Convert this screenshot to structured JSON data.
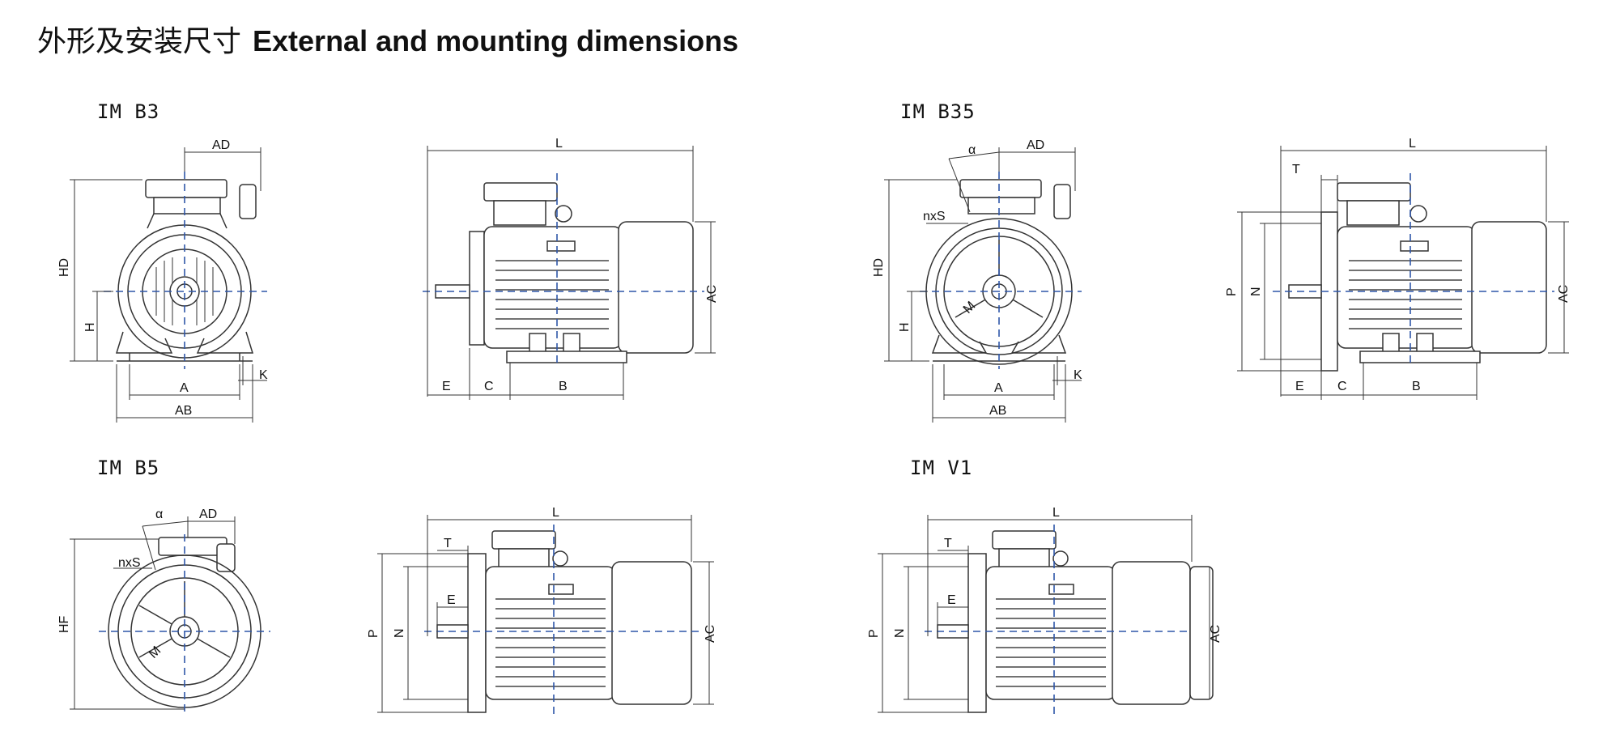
{
  "title": {
    "cn": "外形及安装尺寸",
    "en": "External and mounting dimensions"
  },
  "sections": {
    "b3": "IM B3",
    "b35": "IM B35",
    "b5": "IM B5",
    "v1": "IM V1"
  },
  "labels": {
    "AD": "AD",
    "HD": "HD",
    "H": "H",
    "A": "A",
    "AB": "AB",
    "K": "K",
    "L": "L",
    "AC": "AC",
    "E": "E",
    "C": "C",
    "B": "B",
    "alpha": "α",
    "nxS": "nxS",
    "M": "M",
    "T": "T",
    "P": "P",
    "N": "N",
    "HF": "HF"
  }
}
